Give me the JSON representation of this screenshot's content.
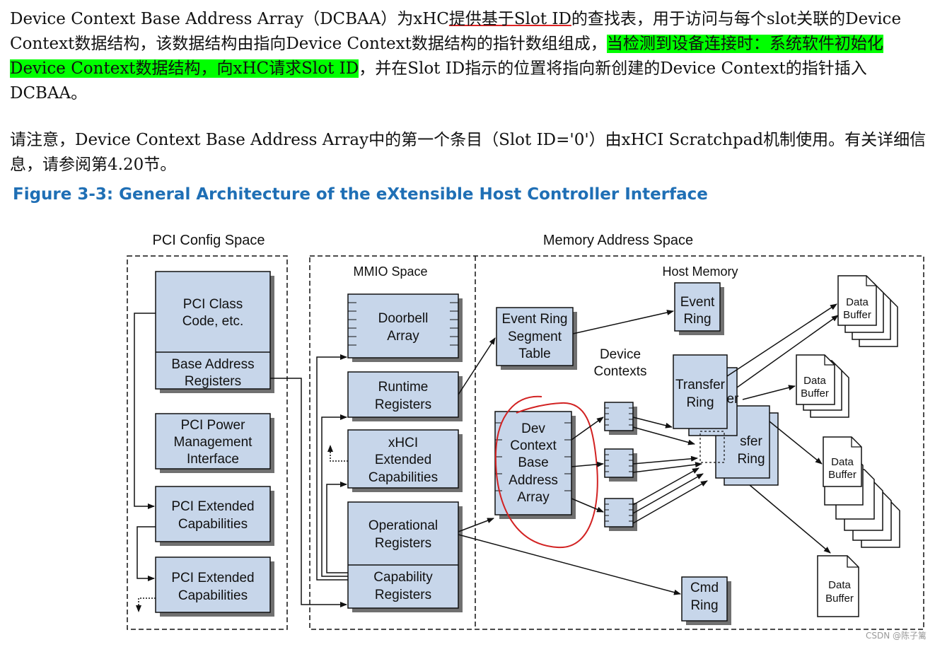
{
  "text": {
    "p1_before": "Device Context Base Address Array（DCBAA）为xHC",
    "p1_underlined": "提供基于Slot ID",
    "p1_mid": "的查找表，用于访问与每个slot关联的Device Context数据结构，该数据结构由指向Device Context数据结构的指针数组组成，",
    "p1_highlight": "当检测到设备连接时：系统软件初始化Device Context数据结构，向xHC请求Slot ID",
    "p1_after": "，并在Slot ID指示的位置将指向新创建的Device Context的指针插入DCBAA。",
    "p2": "请注意，Device Context Base Address Array中的第一个条目（Slot ID='0'）由xHCI Scratchpad机制使用。有关详细信息，请参阅第4.20节。"
  },
  "figure": {
    "title": "Figure 3-3: General Architecture of the eXtensible Host Controller Interface",
    "pci_config_space": "PCI Config Space",
    "memory_address_space": "Memory Address Space",
    "mmio_space": "MMIO Space",
    "host_memory": "Host Memory",
    "pci_class": [
      "PCI Class",
      "Code, etc."
    ],
    "base_address": [
      "Base Address",
      "Registers"
    ],
    "pci_power": [
      "PCI Power",
      "Management",
      "Interface"
    ],
    "pci_ext1": [
      "PCI Extended",
      "Capabilities"
    ],
    "pci_ext2": [
      "PCI Extended",
      "Capabilities"
    ],
    "doorbell": [
      "Doorbell",
      "Array"
    ],
    "runtime": [
      "Runtime",
      "Registers"
    ],
    "xhci_ext": [
      "xHCI",
      "Extended",
      "Capabilities"
    ],
    "operational": [
      "Operational",
      "Registers"
    ],
    "capability": [
      "Capability",
      "Registers"
    ],
    "event_ring_seg": [
      "Event Ring",
      "Segment",
      "Table"
    ],
    "event_ring": [
      "Event",
      "Ring"
    ],
    "device_contexts": [
      "Device",
      "Contexts"
    ],
    "dcbaa": [
      "Dev",
      "Context",
      "Base",
      "Address",
      "Array"
    ],
    "transfer_ring": [
      "Transfer",
      "Ring"
    ],
    "transfer_ring_back": [
      "sfer",
      "Ring"
    ],
    "transfer_ring_partial": "er",
    "cmd_ring": [
      "Cmd",
      "Ring"
    ],
    "data_buffer": [
      "Data",
      "Buffer"
    ]
  },
  "colors": {
    "box_fill": "#c7d6ea",
    "title_blue": "#1f6fb5",
    "highlight": "#00ff00",
    "annotation_red": "#d22222"
  },
  "watermark": "CSDN @陈子篱"
}
